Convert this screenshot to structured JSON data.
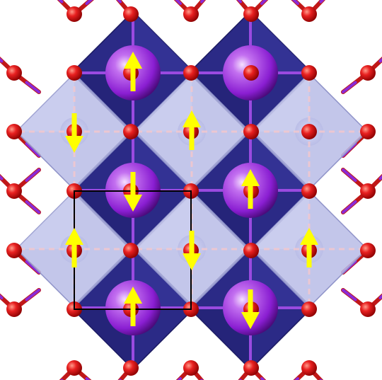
{
  "structure": {
    "grid_columns": 3,
    "grid_rows": 3,
    "colors": {
      "background": "#ffffff",
      "dark_octahedron": "#2b2a86",
      "light_octahedron": "#b9bce6",
      "metal_atom": "#8a1ed2",
      "oxygen_atom": "#e01010",
      "bond": "#c01818",
      "spin_arrow": "#ffff00",
      "unit_cell": "#000000"
    },
    "dark_sites": [
      {
        "col": 0,
        "row": 0,
        "spin": "up",
        "atom": true
      },
      {
        "col": 1,
        "row": 0,
        "spin": "none",
        "atom": true
      },
      {
        "col": 0,
        "row": 1,
        "spin": "down",
        "atom": true
      },
      {
        "col": 1,
        "row": 1,
        "spin": "up",
        "atom": true
      },
      {
        "col": 0,
        "row": 2,
        "spin": "up",
        "atom": true
      },
      {
        "col": 1,
        "row": 2,
        "spin": "down",
        "atom": true
      }
    ],
    "light_sites": [
      {
        "col": 0,
        "row": 0,
        "spin": "down"
      },
      {
        "col": 1,
        "row": 0,
        "spin": "up"
      },
      {
        "col": 2,
        "row": 0,
        "spin": "none"
      },
      {
        "col": 0,
        "row": 1,
        "spin": "up"
      },
      {
        "col": 1,
        "row": 1,
        "spin": "down"
      },
      {
        "col": 2,
        "row": 1,
        "spin": "up"
      }
    ]
  }
}
